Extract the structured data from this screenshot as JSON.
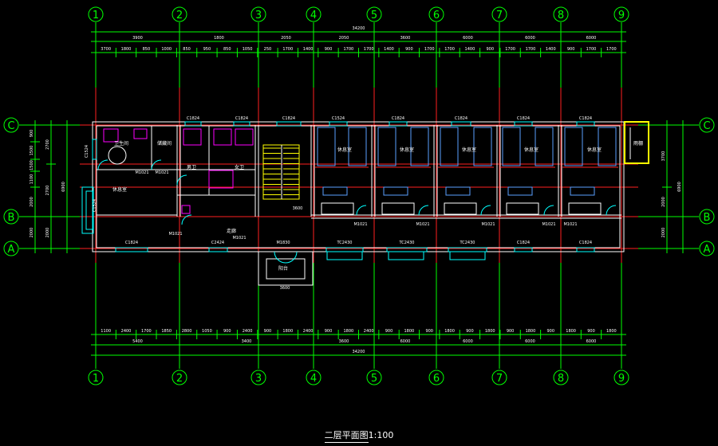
{
  "title": "二层平面图",
  "scale": "1:100",
  "colors": {
    "background": "#000000",
    "axis": "#00ff00",
    "dimension": "#00ff00",
    "wall": "#ffffff",
    "window": "#00ffff",
    "door": "#00ffff",
    "furniture": "#5aa0ff",
    "sanitary": "#ff00ff",
    "stair": "#ffff00",
    "grid_red": "#ff2020",
    "text_white": "#ffffff",
    "text_yellow": "#ffff00"
  },
  "vertical_axes": [
    "1",
    "2",
    "3",
    "4",
    "5",
    "6",
    "7",
    "8",
    "9"
  ],
  "horizontal_axes": [
    "C",
    "B",
    "A"
  ],
  "top_dims_row1": [
    "3900",
    "1800",
    "2050",
    "2050",
    "3600",
    "6000",
    "6000",
    "6000",
    "6000"
  ],
  "top_dims_total": "34200",
  "top_dims_row2": [
    "3700",
    "1800",
    "850",
    "1000",
    "850",
    "950",
    "850",
    "1050",
    "250",
    "1700",
    "1400",
    "900",
    "1700",
    "1700",
    "1400",
    "900",
    "1700",
    "1700",
    "1400",
    "900",
    "1700",
    "1700",
    "1400",
    "900",
    "1700",
    "1700"
  ],
  "bottom_dims_row1": [
    "1100",
    "2400",
    "1700",
    "1850",
    "2800",
    "1050",
    "900",
    "2400",
    "900",
    "1800",
    "2400",
    "900",
    "1800",
    "2400",
    "900",
    "1800",
    "900",
    "1800",
    "900",
    "1800",
    "900",
    "1800",
    "900",
    "1800",
    "900",
    "1800"
  ],
  "bottom_dims_row2": [
    "5400",
    "3400",
    "3600",
    "6000",
    "6000",
    "6000",
    "6000"
  ],
  "bottom_dims_total": "34200",
  "left_dims_row1": [
    "900",
    "1500",
    "1500",
    "1100",
    "2000",
    "2000"
  ],
  "left_dims_row2": [
    "2700",
    "2700",
    "2000"
  ],
  "left_dims_total": "6900",
  "right_dims_row1": [
    "3700",
    "2000",
    "2000"
  ],
  "right_dims_total": "6900",
  "rooms": [
    {
      "name": "卫生间",
      "id": "room-wc"
    },
    {
      "name": "储藏间",
      "id": "room-storage"
    },
    {
      "name": "休息室",
      "id": "room-lounge"
    },
    {
      "name": "男卫",
      "id": "room-mens"
    },
    {
      "name": "女卫",
      "id": "room-womens"
    },
    {
      "name": "走廊",
      "id": "room-corridor"
    },
    {
      "name": "阳台",
      "id": "room-balcony"
    },
    {
      "name": "休息室",
      "id": "room-dorm-1"
    },
    {
      "name": "休息室",
      "id": "room-dorm-2"
    },
    {
      "name": "休息室",
      "id": "room-dorm-3"
    },
    {
      "name": "休息室",
      "id": "room-dorm-4"
    },
    {
      "name": "休息室",
      "id": "room-dorm-5"
    },
    {
      "name": "雨棚",
      "id": "room-canopy"
    }
  ],
  "windows_top": [
    "C1824",
    "C1824",
    "C1824",
    "C1524",
    "C1824",
    "C1824",
    "C1824",
    "C1824",
    "C1824"
  ],
  "windows_bottom": [
    "C1824",
    "C2424",
    "M1830",
    "TC2430",
    "TC2430",
    "TC2430",
    "C1824",
    "C1824"
  ],
  "doors": [
    "M1021",
    "M1021",
    "M1021",
    "M1021",
    "M1021",
    "M1021",
    "M1021",
    "M1021",
    "M1021"
  ],
  "misc_labels": [
    "C1524",
    "C1524",
    "3600",
    "3600"
  ]
}
